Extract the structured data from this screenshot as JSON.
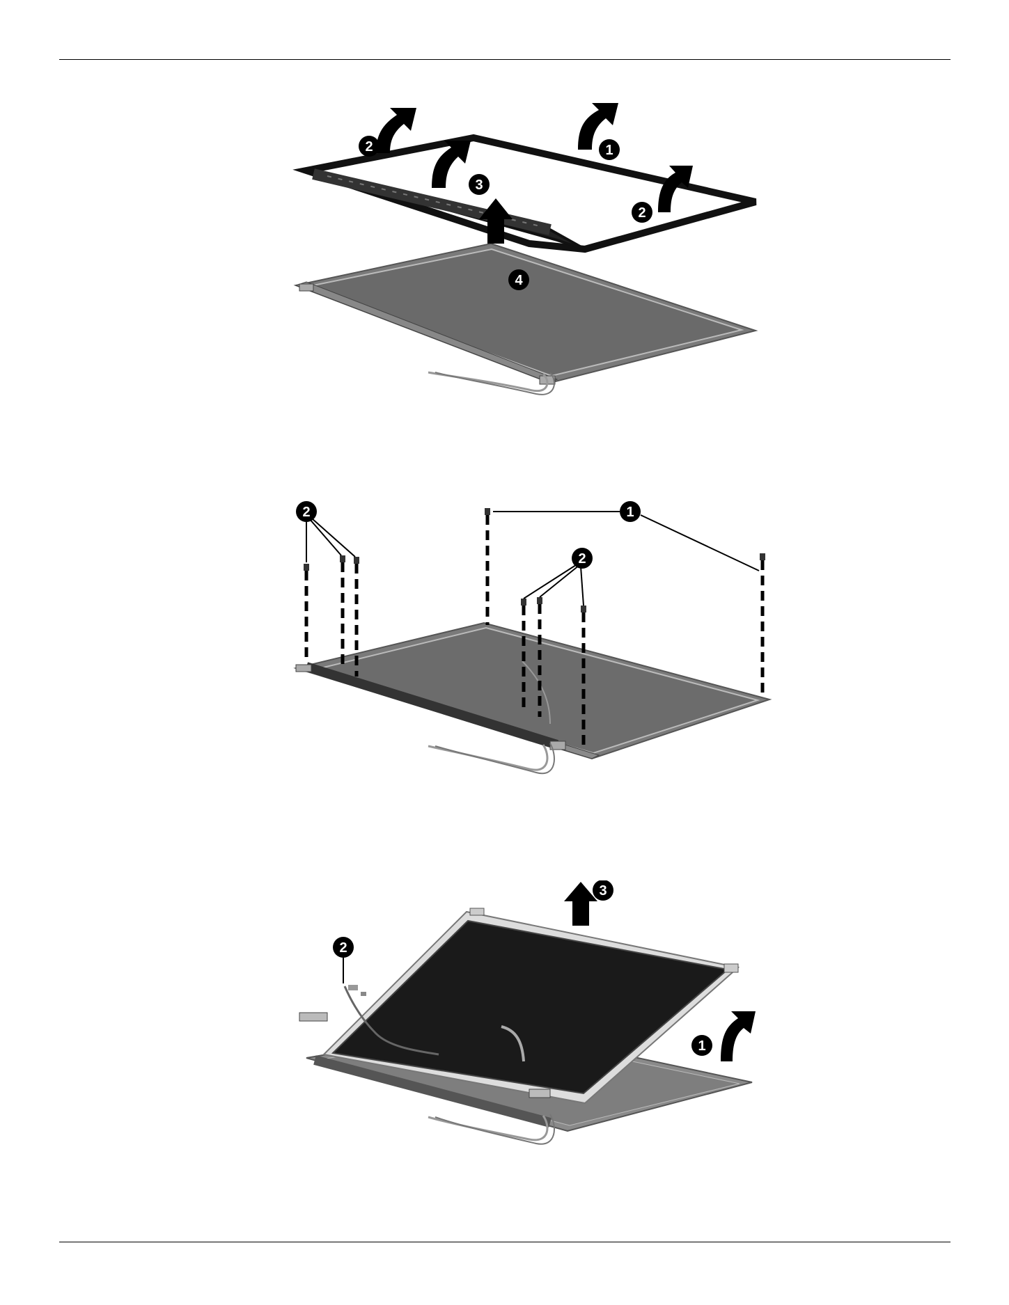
{
  "document": {
    "figures": [
      {
        "id": "bezel-removal",
        "callouts": [
          "1",
          "2",
          "2",
          "3",
          "4"
        ]
      },
      {
        "id": "screw-removal",
        "callouts": [
          "1",
          "2",
          "2"
        ]
      },
      {
        "id": "panel-removal",
        "callouts": [
          "1",
          "2",
          "3"
        ]
      }
    ]
  },
  "colors": {
    "bezel": "#111111",
    "panel": "#6f6f6f",
    "panel_dark": "#1a1a1a",
    "frame": "#9a9a9a",
    "callout_fill": "#000000"
  }
}
